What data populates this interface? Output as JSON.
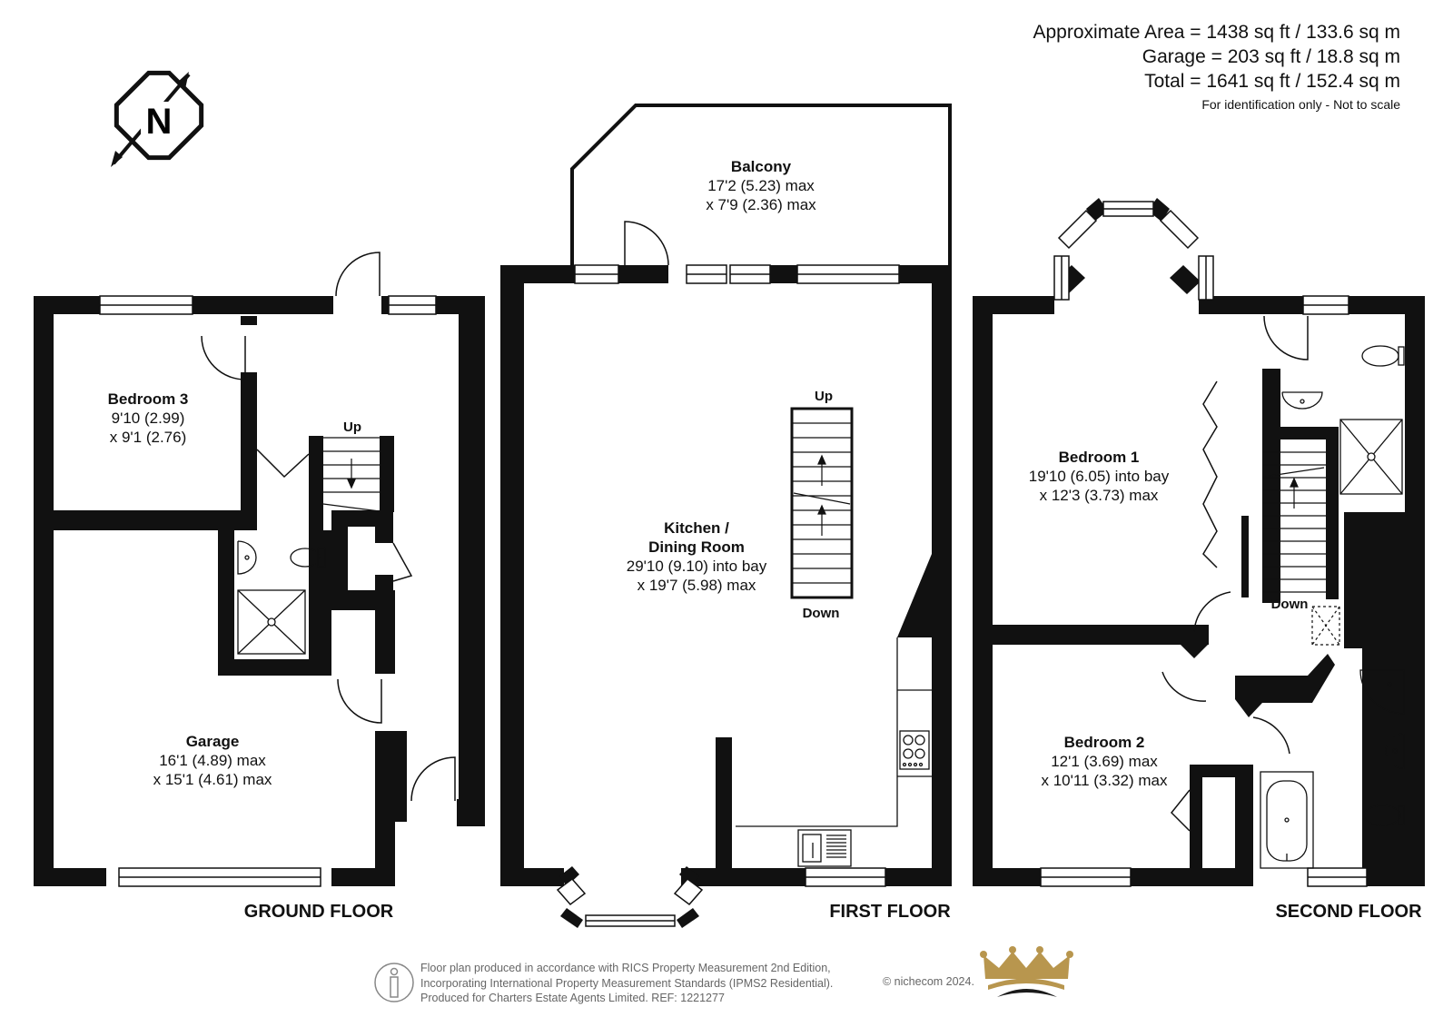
{
  "area_summary": {
    "approximate_area": "Approximate Area = 1438 sq ft / 133.6 sq m",
    "garage": "Garage = 203 sq ft / 18.8 sq m",
    "total": "Total = 1641 sq ft / 152.4 sq m",
    "note": "For identification only - Not to scale"
  },
  "compass": {
    "letter": "N",
    "icon": "north-arrow-icon"
  },
  "floors": {
    "ground": {
      "label": "GROUND FLOOR",
      "rooms": {
        "bedroom3": {
          "name": "Bedroom 3",
          "dim1": "9'10 (2.99)",
          "dim2": "x 9'1 (2.76)"
        },
        "garage": {
          "name": "Garage",
          "dim1": "16'1 (4.89) max",
          "dim2": "x 15'1 (4.61) max"
        }
      },
      "stairs": {
        "up": "Up"
      }
    },
    "first": {
      "label": "FIRST FLOOR",
      "rooms": {
        "balcony": {
          "name": "Balcony",
          "dim1": "17'2 (5.23) max",
          "dim2": "x 7'9 (2.36) max"
        },
        "kitchen": {
          "name1": "Kitchen /",
          "name2": "Dining Room",
          "dim1": "29'10 (9.10) into bay",
          "dim2": "x 19'7 (5.98) max"
        }
      },
      "stairs": {
        "up": "Up",
        "down": "Down"
      }
    },
    "second": {
      "label": "SECOND FLOOR",
      "rooms": {
        "bedroom1": {
          "name": "Bedroom 1",
          "dim1": "19'10 (6.05) into bay",
          "dim2": "x 12'3 (3.73) max"
        },
        "bedroom2": {
          "name": "Bedroom 2",
          "dim1": "12'1 (3.69) max",
          "dim2": "x 10'11 (3.32) max"
        }
      },
      "stairs": {
        "down": "Down"
      }
    }
  },
  "footer": {
    "line1": "Floor plan produced in accordance with RICS Property Measurement 2nd Edition,",
    "line2": "Incorporating International Property Measurement Standards (IPMS2 Residential).",
    "line3": "Produced for Charters Estate Agents Limited.   REF: 1221277",
    "copyright": "© nichecom 2024."
  },
  "colors": {
    "wall": "#111111",
    "logo_gold": "#b8964e",
    "logo_dark": "#1a1a1a",
    "text_grey": "#666666"
  }
}
